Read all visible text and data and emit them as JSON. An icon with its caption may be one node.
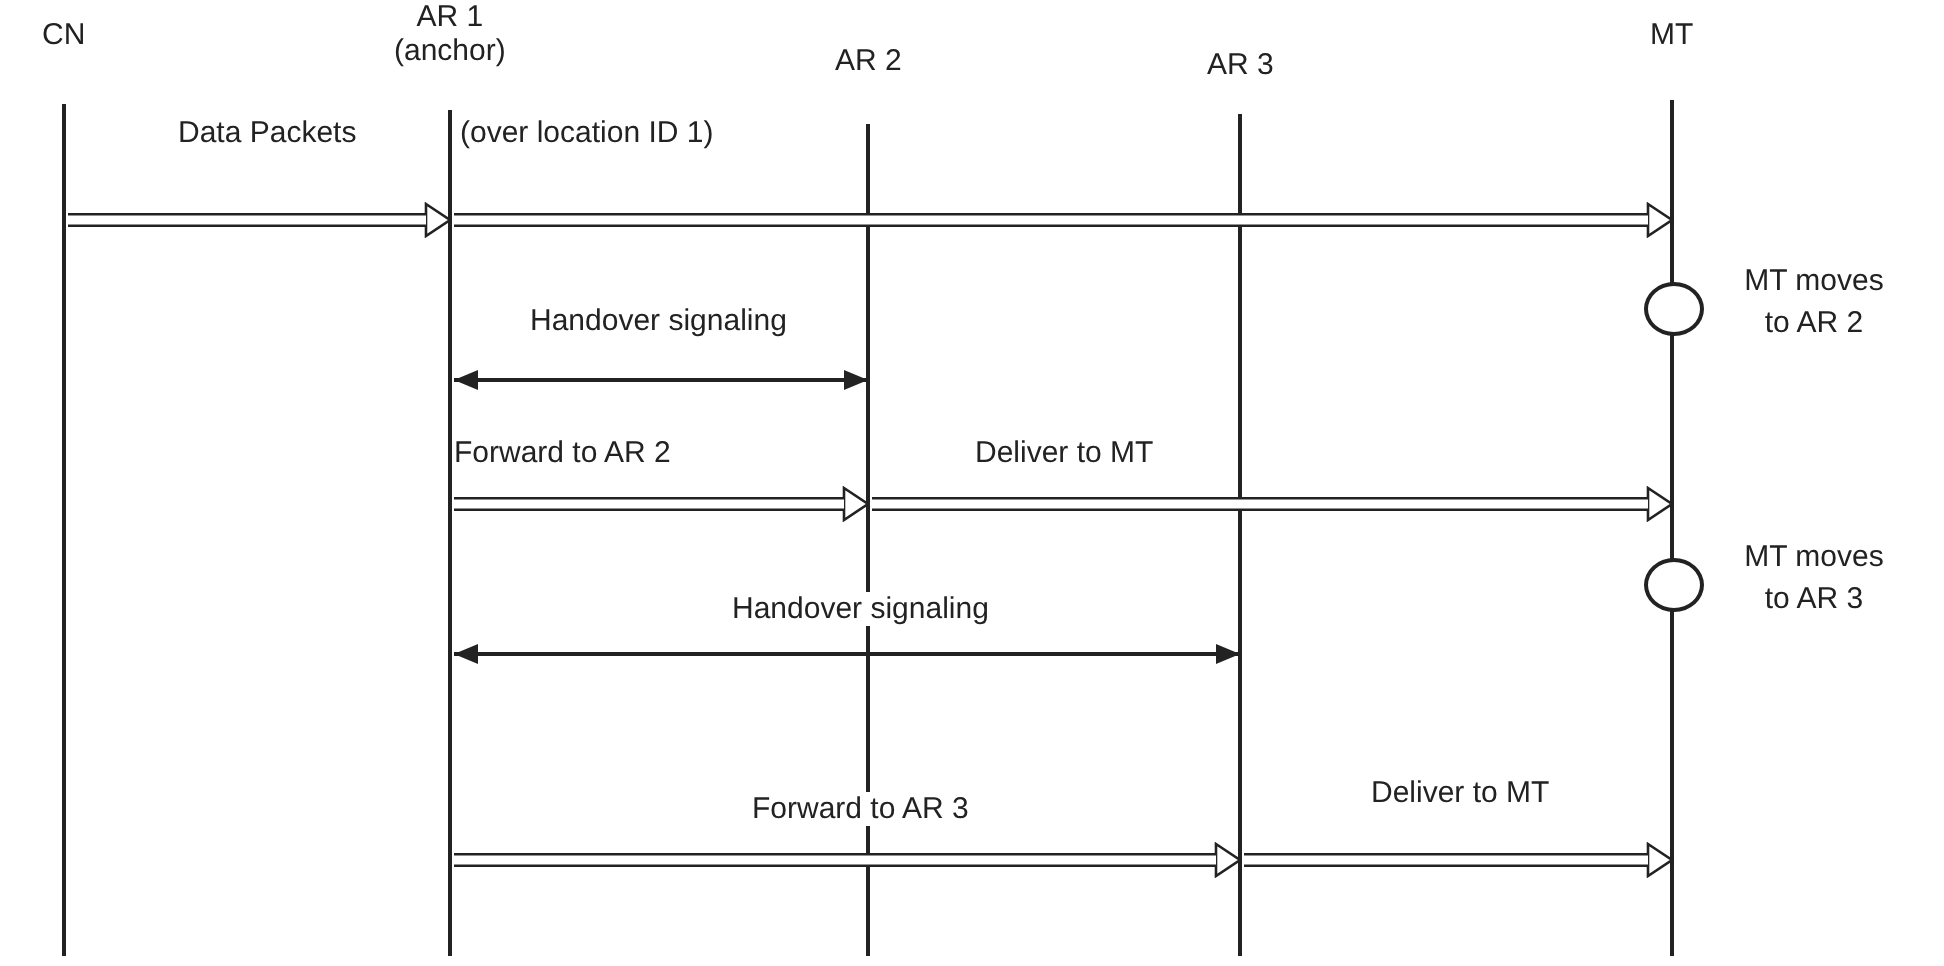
{
  "diagram": {
    "nodes": [
      {
        "text": [
          "CN"
        ]
      },
      {
        "text": [
          "AR 1",
          "(anchor)"
        ]
      },
      {
        "text": [
          "AR 2"
        ]
      },
      {
        "text": [
          "AR 3"
        ]
      },
      {
        "text": [
          "MT"
        ]
      },
      {
        "text": [],
        "shape": "circle",
        "beside": [
          "MT moves to AR 2"
        ]
      },
      {
        "text": [],
        "shape": "circle",
        "beside": [
          "MT moves to AR 3"
        ]
      }
    ],
    "edges": [
      {
        "from": 0,
        "to": 1,
        "arrow": "to",
        "label": "Data Packets"
      },
      {
        "from": 1,
        "to": 4,
        "arrow": "to",
        "label": "(over location ID 1)"
      },
      {
        "from": 1,
        "to": 2,
        "arrow": "both",
        "label": "Handover signaling"
      },
      {
        "from": 1,
        "to": 2,
        "arrow": "to",
        "label": "Forward to AR 2"
      },
      {
        "from": 2,
        "to": 4,
        "arrow": "to",
        "label": "Deliver to MT"
      },
      {
        "from": 1,
        "to": 3,
        "arrow": "both",
        "label": "Handover signaling"
      },
      {
        "from": 1,
        "to": 3,
        "arrow": "to",
        "label": "Forward to AR 3"
      },
      {
        "from": 3,
        "to": 4,
        "arrow": "to",
        "label": "Deliver to MT"
      }
    ]
  }
}
